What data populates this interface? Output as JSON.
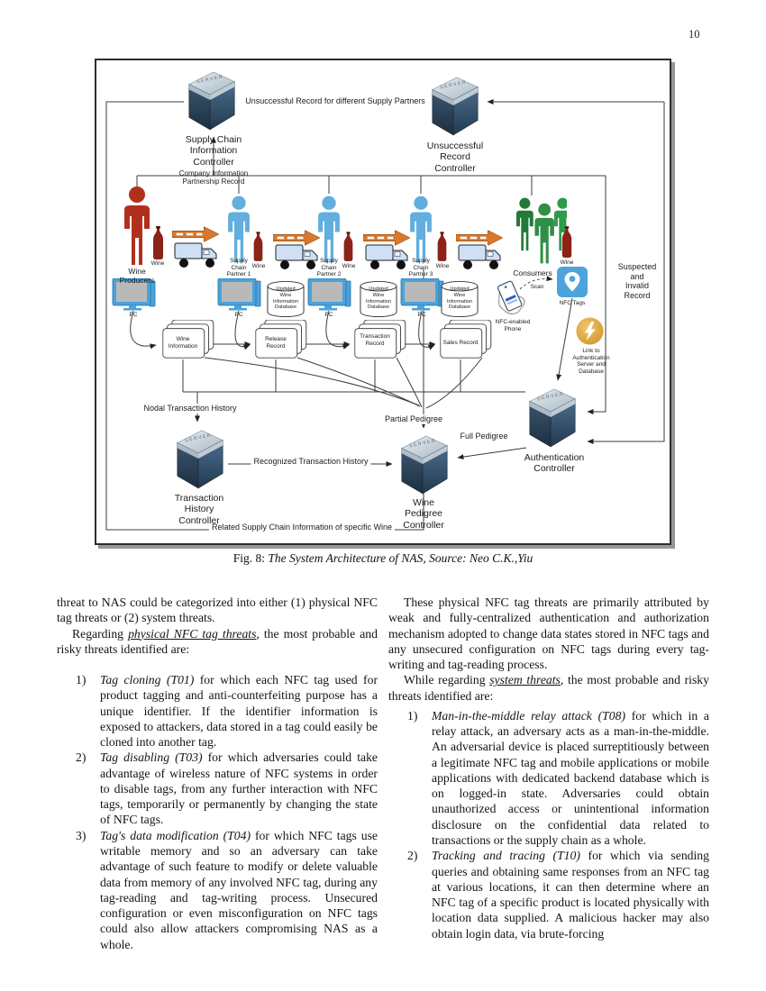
{
  "page": {
    "number": "10"
  },
  "figure": {
    "caption": {
      "prefix": "Fig. 8: ",
      "text": "The System Architecture of NAS, Source: Neo C.K.,Yiu"
    },
    "colors": {
      "producer": "#b0301c",
      "partner": "#62aede",
      "consumer1": "#2f8f46",
      "consumer2": "#237a38",
      "consumer3": "#2e9a4d",
      "bottle": "#8b2318",
      "flow_arrow": "#d9782d",
      "truck": "#cfe0f4",
      "monitor": "#4aa3dc",
      "nfc": "#4da3dc",
      "lightning": "#e0a33e"
    },
    "labels": {
      "server_text": "SERVER",
      "unsuccessful_arrow": "Unsuccessful Record for different Supply Partners",
      "scic": "Supply Chain\nInformation\nController",
      "scic_sub": "Company Information\nPartnership Record",
      "urc": "Unsuccessful\nRecord\nController",
      "wine_producers": "Wine\nProducers",
      "wine": "Wine",
      "partner1": "Supply\nChain\nPartner 1",
      "partner2": "Supply\nChain\nPartner 2",
      "partner3": "Supply\nChain\nPartner 3",
      "consumers": "Consumers",
      "suspected": "Suspected and\nInvalid Record",
      "nfc_tags": "NFC Tags",
      "scan": "Scan",
      "nfc_phone": "NFC-enabled\nPhone",
      "pc": "PC",
      "db": "Updated\nWine\nInformation\nDatabase",
      "doc_wine_info": "Wine Information",
      "doc_release": "Release Record",
      "doc_transaction": "Transaction\nRecord",
      "doc_sales": "Sales Record",
      "link_auth": "Link to\nAuthentication\nServer and\nDatabase",
      "nodal": "Nodal Transaction History",
      "partial": "Partial Pedigree",
      "full": "Full Pedigree",
      "recognized": "Recognized Transaction History",
      "thc": "Transaction\nHistory\nController",
      "wpc": "Wine\nPedigree\nController",
      "ac": "Authentication\nController",
      "related": "Related Supply Chain Information of specific Wine"
    }
  },
  "left_col": {
    "p1": "threat to NAS could be categorized into either (1) physical NFC tag threats or (2) system threats.",
    "p2_pre": "Regarding ",
    "p2_em": "physical NFC tag threats",
    "p2_post": ", the most probable and risky threats identified are:",
    "items": [
      {
        "num": "1)",
        "em": "Tag cloning (T01)",
        "text": " for which each NFC tag used for product tagging and anti-counterfeiting purpose has a unique identifier. If the identifier information is exposed to attackers, data stored in a tag could easily be cloned into another tag."
      },
      {
        "num": "2)",
        "em": "Tag disabling (T03)",
        "text": " for which adversaries could take advantage of wireless nature of NFC systems in order to disable tags, from any further interaction with NFC tags, temporarily or permanently by changing the state of NFC tags."
      },
      {
        "num": "3)",
        "em": "Tag's data modification (T04)",
        "text": " for which NFC tags use writable memory and so an adversary can take advantage of such feature to modify or delete valuable data from memory of any involved NFC tag, during any tag-reading and tag-writing process. Unsecured configuration or even misconfiguration on NFC tags could also allow attackers compromising NAS as a whole."
      }
    ]
  },
  "right_col": {
    "p1": "These physical NFC tag threats are primarily attributed by weak and fully-centralized authentication and authorization mechanism adopted to change data states stored in NFC tags and any unsecured configuration on NFC tags during every tag-writing and tag-reading process.",
    "p2_pre": "While regarding ",
    "p2_em": "system threats",
    "p2_post": ", the most probable and risky threats identified are:",
    "items": [
      {
        "num": "1)",
        "em": "Man-in-the-middle relay attack (T08)",
        "text": " for which in a relay attack, an adversary acts as a man-in-the-middle. An adversarial device is placed surreptitiously between a legitimate NFC tag and mobile applications or mobile applications with dedicated backend database which is on logged-in state. Adversaries could obtain unauthorized access or unintentional information disclosure on the confidential data related to transactions or the supply chain as a whole."
      },
      {
        "num": "2)",
        "em": "Tracking and tracing (T10)",
        "text": " for which via sending queries and obtaining same responses from an NFC tag at various locations, it can then determine where an NFC tag of a specific product is located physically with location data supplied. A malicious hacker may also obtain login data, via brute-forcing"
      }
    ]
  }
}
